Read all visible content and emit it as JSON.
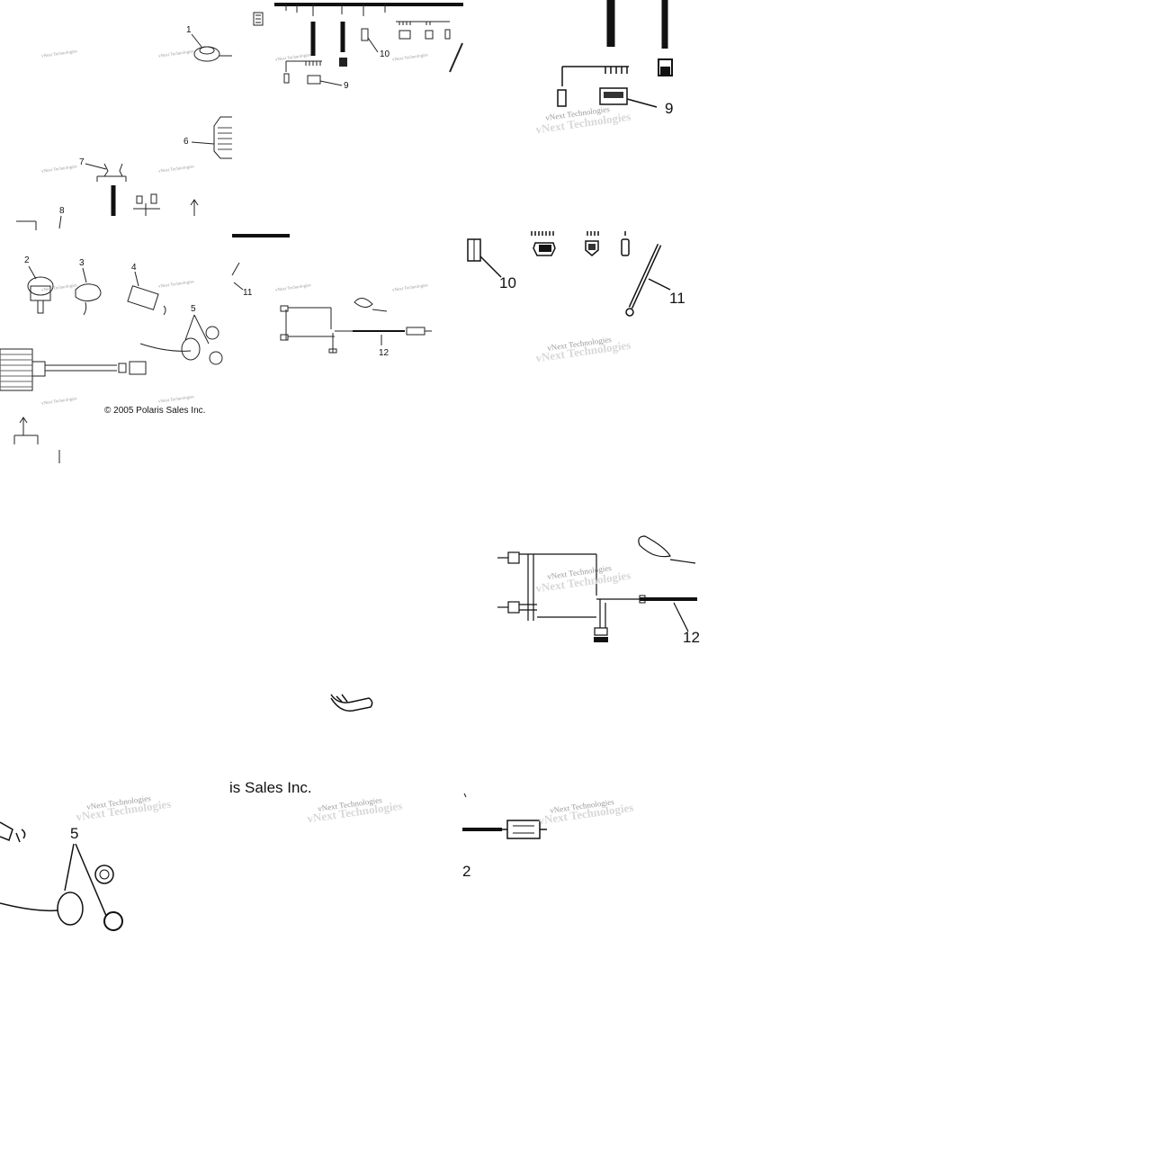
{
  "watermark": "vNext Technologies",
  "copyright": "© 2005 Polaris Sales Inc.",
  "copyright_fragment": "is Sales Inc.",
  "callouts": {
    "c1": "1",
    "c2": "2",
    "c3": "3",
    "c4": "4",
    "c5": "5",
    "c6": "6",
    "c7": "7",
    "c8": "8",
    "c9": "9",
    "c10": "10",
    "c11": "11",
    "c12": "12",
    "c12_frag": "12",
    "c2_frag": "2"
  },
  "icons": {
    "button_cap": "round-cap-icon",
    "switch": "switch-icon",
    "connector": "connector-icon",
    "relay": "relay-icon",
    "grommet": "grommet-icon",
    "harness": "wire-harness-icon",
    "cable_tie": "cable-tie-icon",
    "fuse_holder": "fuse-holder-icon"
  }
}
